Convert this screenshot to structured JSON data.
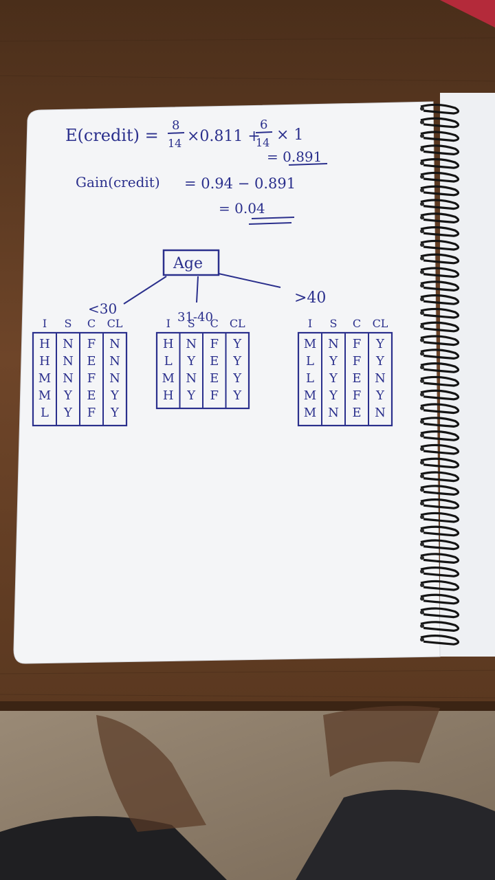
{
  "notes": {
    "entropy_label": "E(credit) =",
    "entropy_frac1_num": "8",
    "entropy_frac1_den": "14",
    "entropy_mult1": "×0.811 +",
    "entropy_frac2_num": "6",
    "entropy_frac2_den": "14",
    "entropy_mult2": "× 1",
    "entropy_result": "= 0.891",
    "gain_label": "Gain(credit)",
    "gain_expr": "= 0.94 − 0.891",
    "gain_result": "= 0.04"
  },
  "tree": {
    "root": "Age",
    "branches": [
      "<30",
      "31-40",
      ">40"
    ],
    "headers": [
      "I",
      "S",
      "C",
      "CL"
    ],
    "tables": [
      {
        "rows": [
          [
            "H",
            "N",
            "F",
            "N"
          ],
          [
            "H",
            "N",
            "E",
            "N"
          ],
          [
            "M",
            "N",
            "F",
            "N"
          ],
          [
            "M",
            "Y",
            "E",
            "Y"
          ],
          [
            "L",
            "Y",
            "F",
            "Y"
          ]
        ]
      },
      {
        "rows": [
          [
            "H",
            "N",
            "F",
            "Y"
          ],
          [
            "L",
            "Y",
            "E",
            "Y"
          ],
          [
            "M",
            "N",
            "E",
            "Y"
          ],
          [
            "H",
            "Y",
            "F",
            "Y"
          ]
        ]
      },
      {
        "rows": [
          [
            "M",
            "N",
            "F",
            "Y"
          ],
          [
            "L",
            "Y",
            "F",
            "Y"
          ],
          [
            "L",
            "Y",
            "E",
            "N"
          ],
          [
            "M",
            "Y",
            "F",
            "Y"
          ],
          [
            "M",
            "N",
            "E",
            "N"
          ]
        ]
      }
    ]
  },
  "colors": {
    "ink": "#2a2f8c",
    "paper": "#f4f5f7",
    "table_wood": "#6b4428",
    "floor": "#8b7a66"
  }
}
